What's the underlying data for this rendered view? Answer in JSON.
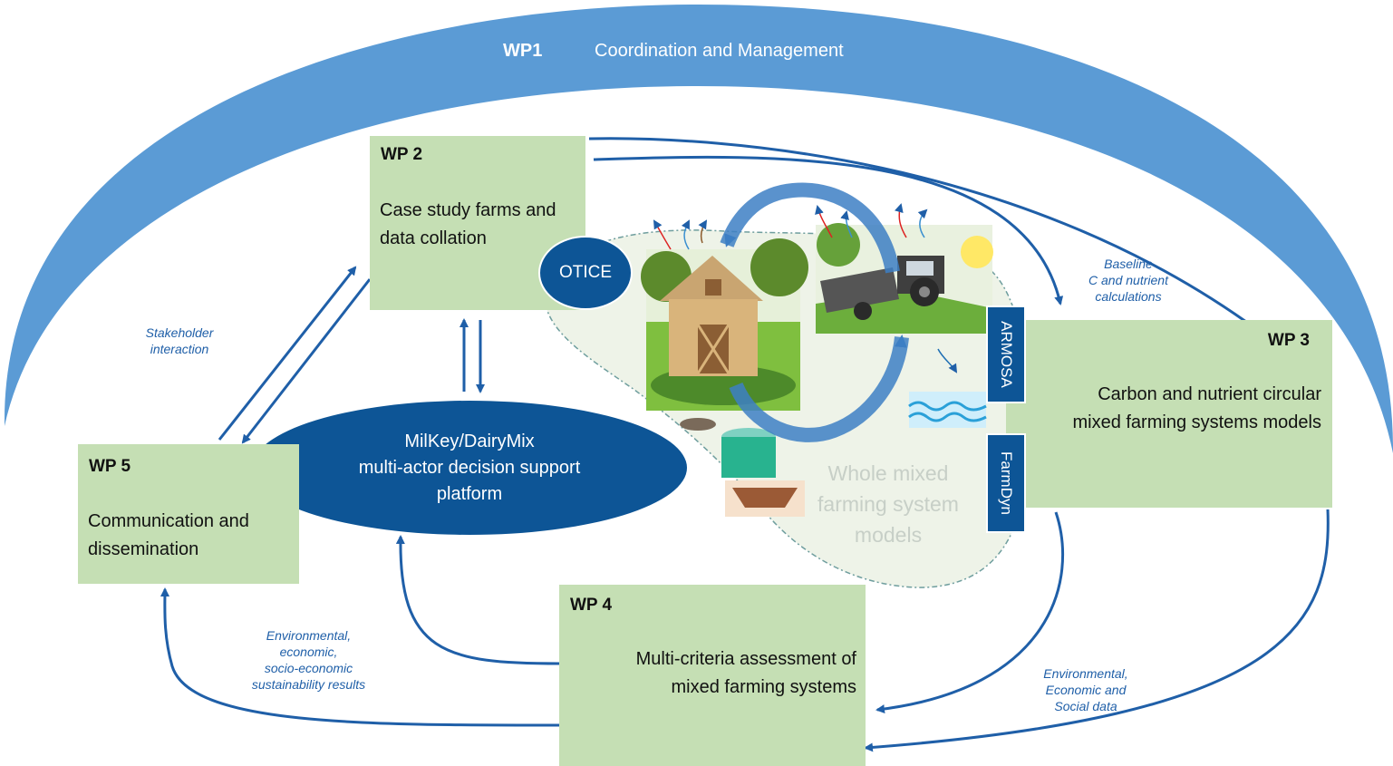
{
  "banner": {
    "id": "WP1",
    "title": "Coordination and Management"
  },
  "wp2": {
    "id": "WP 2",
    "text": "Case study farms and data collation"
  },
  "wp3": {
    "id": "WP 3",
    "text": "Carbon and nutrient circular mixed farming systems models"
  },
  "wp4": {
    "id": "WP 4",
    "text": "Multi-criteria assessment of mixed farming systems"
  },
  "wp5": {
    "id": "WP 5",
    "text": "Communication and dissemination"
  },
  "otice": "OTICE",
  "platform": {
    "line1": "MilKey/DairyMix",
    "line2": "multi-actor decision support",
    "line3": "platform"
  },
  "models": {
    "armosa": "ARMOSA",
    "farmdyn": "FarmDyn"
  },
  "whole_system": {
    "line1": "Whole mixed",
    "line2": "farming system",
    "line3": "models"
  },
  "annotations": {
    "stakeholder": {
      "line1": "Stakeholder",
      "line2": "interaction"
    },
    "baseline": {
      "line1": "Baseline",
      "line2": "C and nutrient",
      "line3": "calculations"
    },
    "results": {
      "line1": "Environmental,",
      "line2": "economic,",
      "line3": "socio-economic",
      "line4": "sustainability results"
    },
    "data": {
      "line1": "Environmental,",
      "line2": "Economic and",
      "line3": "Social data"
    }
  },
  "colors": {
    "band": "#5b9bd5",
    "box": "#c5dfb4",
    "ellipse": "#0d5596",
    "arrow": "#1f5fa8",
    "annotation": "#1f5fa8"
  }
}
